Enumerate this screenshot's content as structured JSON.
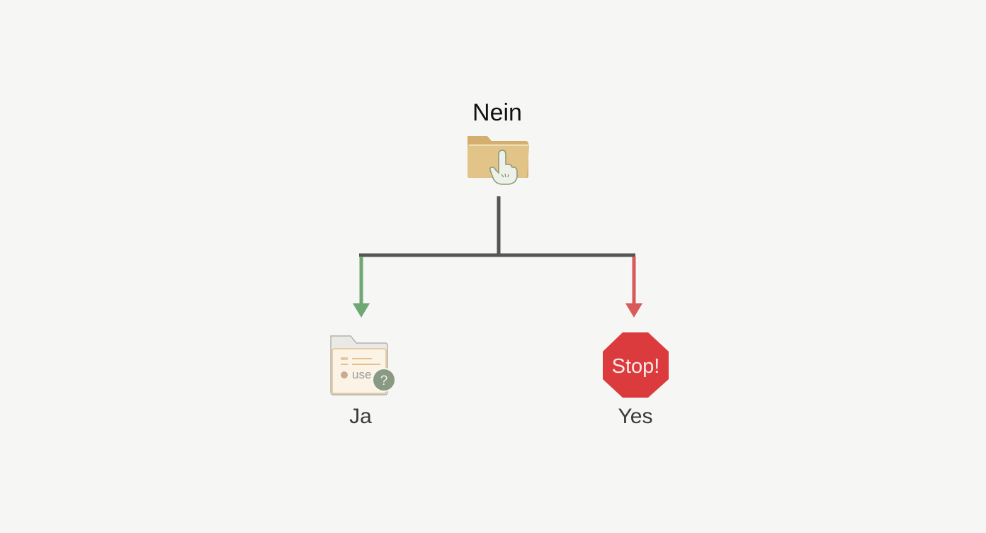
{
  "diagram": {
    "type": "decision-tree",
    "root": {
      "label": "Nein",
      "icon": "folder-hand-pointer-icon",
      "icon_color": "#d9b878"
    },
    "branches": [
      {
        "label": "Ja",
        "side": "left",
        "arrow_color": "#6fa874",
        "icon": "folder-document-question-icon",
        "icon_text": "use",
        "icon_badge": "?"
      },
      {
        "label": "Yes",
        "side": "right",
        "arrow_color": "#d85a5a",
        "icon": "stop-sign-icon",
        "icon_text": "Stop!",
        "icon_color": "#dc3b3e"
      }
    ],
    "connector_color": "#555555"
  }
}
